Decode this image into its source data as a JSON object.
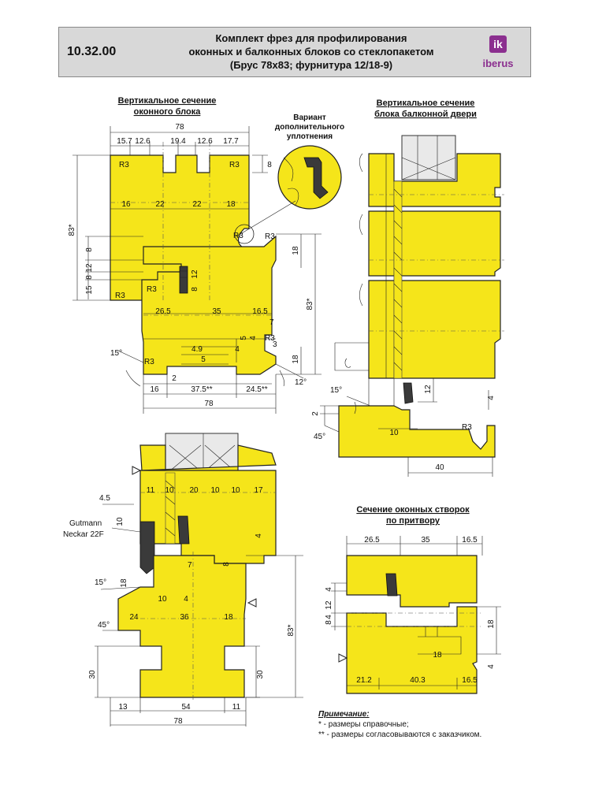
{
  "header": {
    "code": "10.32.00",
    "title_line1": "Комплект фрез для профилирования",
    "title_line2": "оконных и балконных блоков со стеклопакетом",
    "title_line3": "(Брус 78х83; фурнитура 12/18-9)",
    "logo_mark": "ik",
    "logo_text": "iberus",
    "brand_color": "#8b2f8f"
  },
  "sections": {
    "window_title_1": "Вертикальное сечение",
    "window_title_2": "оконного блока",
    "door_title_1": "Вертикальное сечение",
    "door_title_2": "блока балконной двери",
    "variant_1": "Вариант",
    "variant_2": "дополнительного",
    "variant_3": "уплотнения",
    "sash_title_1": "Сечение оконных створок",
    "sash_title_2": "по притвору"
  },
  "window_dims": {
    "overall": "78",
    "top": [
      "15.7",
      "12.6",
      "19.4",
      "12.6",
      "17.7"
    ],
    "mid": [
      "16",
      "22",
      "22",
      "18"
    ],
    "height": "83*",
    "height2": "83*",
    "side": [
      "8",
      "12",
      "8",
      "15"
    ],
    "right_8": "8",
    "inner": [
      "26.5",
      "35",
      "16.5"
    ],
    "small": [
      "12",
      "8",
      "7",
      "5",
      "4",
      "3",
      "4.9",
      "5",
      "4",
      "2"
    ],
    "r": [
      "R3",
      "R3",
      "R3",
      "R3",
      "R3",
      "R3",
      "R3",
      "R3"
    ],
    "right_18a": "18",
    "right_18b": "18",
    "angle_15": "15°",
    "angle_12": "12°",
    "bottom": [
      "16",
      "37.5**",
      "24.5**"
    ],
    "bottom_total": "78"
  },
  "door_dims": {
    "d12": "12",
    "d4": "4",
    "d2": "2",
    "d10": "10",
    "d40": "40",
    "angle_15": "15°",
    "angle_45": "45°",
    "r3": "R3"
  },
  "section3_dims": {
    "gasket_1": "Gutmann",
    "gasket_2": "Neckar 22F",
    "d45": "4.5",
    "top": [
      "11",
      "10",
      "20",
      "10",
      "10",
      "17"
    ],
    "d10": "10",
    "d4": "4",
    "d7": "7",
    "d8": "8",
    "d18": "18",
    "d10b": "10",
    "d4b": "4",
    "mid": [
      "24",
      "36",
      "18"
    ],
    "height": "83*",
    "angle_15": "15°",
    "angle_45": "45°",
    "d30a": "30",
    "d30b": "30",
    "bottom": [
      "13",
      "54",
      "11"
    ],
    "bottom_total": "78"
  },
  "sash_dims": {
    "top": [
      "26.5",
      "35",
      "16.5"
    ],
    "left": [
      "4",
      "12",
      "4",
      "8"
    ],
    "right_18": "18",
    "right_4": "4",
    "inner_18": "18",
    "bottom": [
      "21.2",
      "40.3",
      "16.5"
    ]
  },
  "note": {
    "title": "Примечание:",
    "line1": "* - размеры справочные;",
    "line2": "** - размеры согласовываются с заказчиком."
  },
  "colors": {
    "wood": "#f5e51a",
    "header_bg": "#d8d8d8"
  }
}
